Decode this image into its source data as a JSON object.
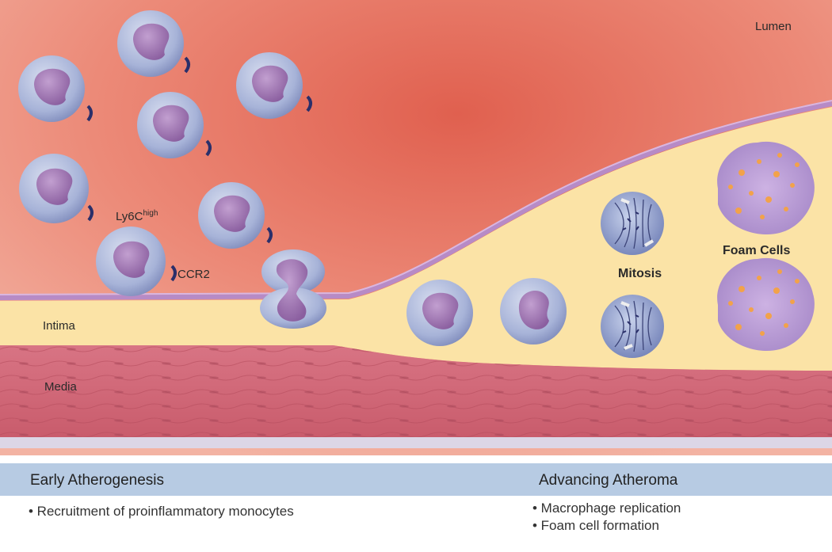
{
  "labels": {
    "lumen": "Lumen",
    "ly6c_base": "Ly6C",
    "ly6c_sup": "high",
    "ccr2": "CCR2",
    "intima": "Intima",
    "media": "Media",
    "mitosis": "Mitosis",
    "foam_cells": "Foam Cells"
  },
  "sections": [
    {
      "title": "Early Atherogenesis",
      "bullets": [
        "• Recruitment of proinflammatory monocytes"
      ]
    },
    {
      "title": "Advancing Atheroma",
      "bullets": [
        "• Macrophage replication",
        "• Foam cell formation"
      ]
    }
  ],
  "colors": {
    "lumen": "#e26a57",
    "intima": "#fbe0a0",
    "media": "#c85a6a",
    "monocyte": "#a9b6d9",
    "nucleus": "#9a6fb0",
    "band": "#b7cbe3"
  }
}
